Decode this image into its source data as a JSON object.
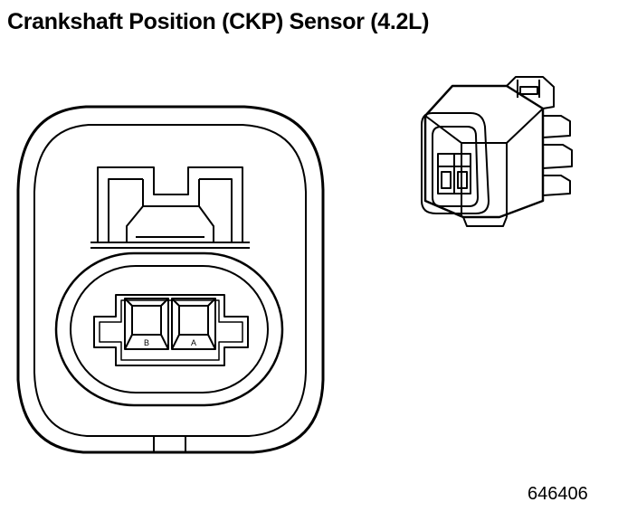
{
  "title": "Crankshaft Position (CKP) Sensor (4.2L)",
  "figure_number": "646406",
  "terminals": {
    "left": "B",
    "right": "A"
  },
  "colors": {
    "line": "#000000",
    "background": "#ffffff"
  }
}
